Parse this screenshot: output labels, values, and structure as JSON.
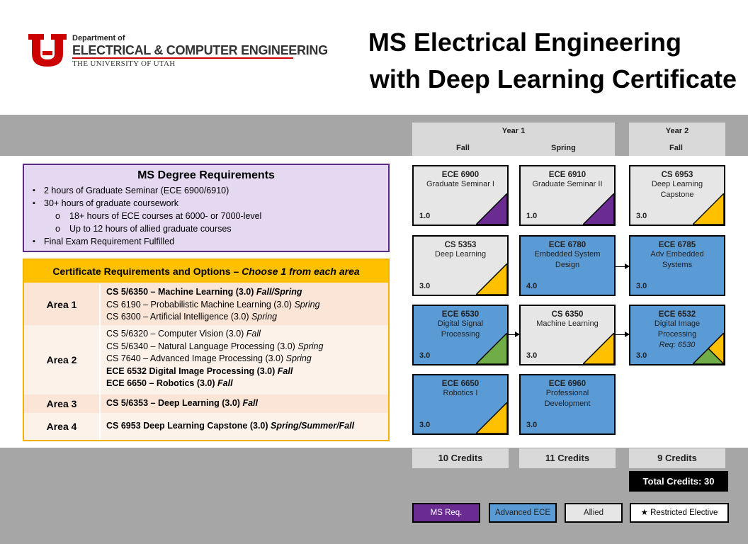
{
  "header": {
    "logo_small": "Department of",
    "logo_big": "ELECTRICAL & COMPUTER ENGINEERING",
    "logo_univ": "THE UNIVERSITY OF UTAH",
    "title_line1": "MS Electrical Engineering",
    "title_line2": "with Deep Learning Certificate"
  },
  "columns": {
    "year1": "Year 1",
    "year2": "Year 2",
    "fall": "Fall",
    "spring": "Spring"
  },
  "ms_requirements": {
    "title": "MS Degree Requirements",
    "items": [
      "2 hours of Graduate Seminar (ECE 6900/6910)",
      "30+ hours of graduate coursework",
      "18+ hours of ECE courses at 6000- or 7000-level",
      "Up to 12 hours of allied graduate courses",
      "Final Exam Requirement Fulfilled"
    ]
  },
  "certificate": {
    "title": "Certificate Requirements and Options",
    "title_suffix": "Choose 1 from each area",
    "areas": [
      {
        "label": "Area 1",
        "options": [
          {
            "name": "CS 5/6350  – Machine Learning (3.0) ",
            "term": "Fall/Spring"
          },
          {
            "name": "CS 6190  – Probabilistic Machine Learning (3.0) ",
            "term": "Spring"
          },
          {
            "name": "CS 6300  – Artificial Intelligence (3.0) ",
            "term": "Spring"
          }
        ]
      },
      {
        "label": "Area 2",
        "options": [
          {
            "name": "CS 5/6320  – Computer Vision (3.0) ",
            "term": "Fall"
          },
          {
            "name": "CS 5/6340  – Natural Language Processing (3.0) ",
            "term": "Spring"
          },
          {
            "name": "CS 7640  – Advanced Image Processing (3.0) ",
            "term": "Spring"
          },
          {
            "name": "ECE 6532  Digital Image Processing (3.0) ",
            "term": "Fall"
          },
          {
            "name": "ECE 6650  – Robotics (3.0) ",
            "term": "Fall"
          }
        ]
      },
      {
        "label": "Area 3",
        "options": [
          {
            "name": "CS 5/6353  – Deep Learning (3.0) ",
            "term": "Fall"
          }
        ]
      },
      {
        "label": "Area 4",
        "options": [
          {
            "name": "CS 6953  Deep Learning Capstone (3.0) ",
            "term": "Spring/Summer/Fall"
          }
        ]
      }
    ]
  },
  "courses": [
    {
      "code": "ECE 6900",
      "name": "Graduate Seminar I",
      "credits": "1.0",
      "category": "ms",
      "marker": "#6a2c91"
    },
    {
      "code": "ECE 6910",
      "name": "Graduate Seminar II",
      "credits": "1.0",
      "category": "ms",
      "marker": "#6a2c91"
    },
    {
      "code": "CS 6953",
      "name": "Deep Learning Capstone",
      "credits": "3.0",
      "category": "allied",
      "marker": "#ffc000"
    },
    {
      "code": "CS 5353",
      "name": "Deep Learning",
      "credits": "3.0",
      "category": "allied",
      "marker": "#ffc000"
    },
    {
      "code": "ECE 6780",
      "name": "Embedded System Design",
      "credits": "4.0",
      "category": "adv",
      "marker": ""
    },
    {
      "code": "ECE 6785",
      "name": "Adv Embedded Systems",
      "credits": "3.0",
      "category": "adv",
      "marker": ""
    },
    {
      "code": "ECE 6530",
      "name": "Digital Signal Processing",
      "credits": "3.0",
      "category": "adv",
      "marker": "#70ad47"
    },
    {
      "code": "CS 6350",
      "name": "Machine Learning",
      "credits": "3.0",
      "category": "allied",
      "marker": "#ffc000"
    },
    {
      "code": "ECE 6532",
      "name": "Digital Image Processing",
      "req": "Req: 6530",
      "credits": "3.0",
      "category": "adv",
      "marker": "split"
    },
    {
      "code": "ECE 6650",
      "name": "Robotics I",
      "credits": "3.0",
      "category": "adv",
      "marker": "#ffc000"
    },
    {
      "code": "ECE 6960",
      "name": "Professional Development",
      "credits": "3.0",
      "category": "adv",
      "marker": ""
    }
  ],
  "credits": {
    "fall1": "10 Credits",
    "spring1": "11 Credits",
    "fall2": "9 Credits",
    "total": "Total Credits: 30"
  },
  "legend": {
    "ms": "MS Req.",
    "adv": "Advanced ECE",
    "allied": "Allied",
    "restricted": "★ Restricted Elective"
  },
  "colors": {
    "ms_purple": "#6a2c91",
    "advanced_blue": "#5b9bd5",
    "allied_gray": "#e7e6e6",
    "cert_gold": "#ffc000",
    "utah_red": "#cc0000"
  }
}
